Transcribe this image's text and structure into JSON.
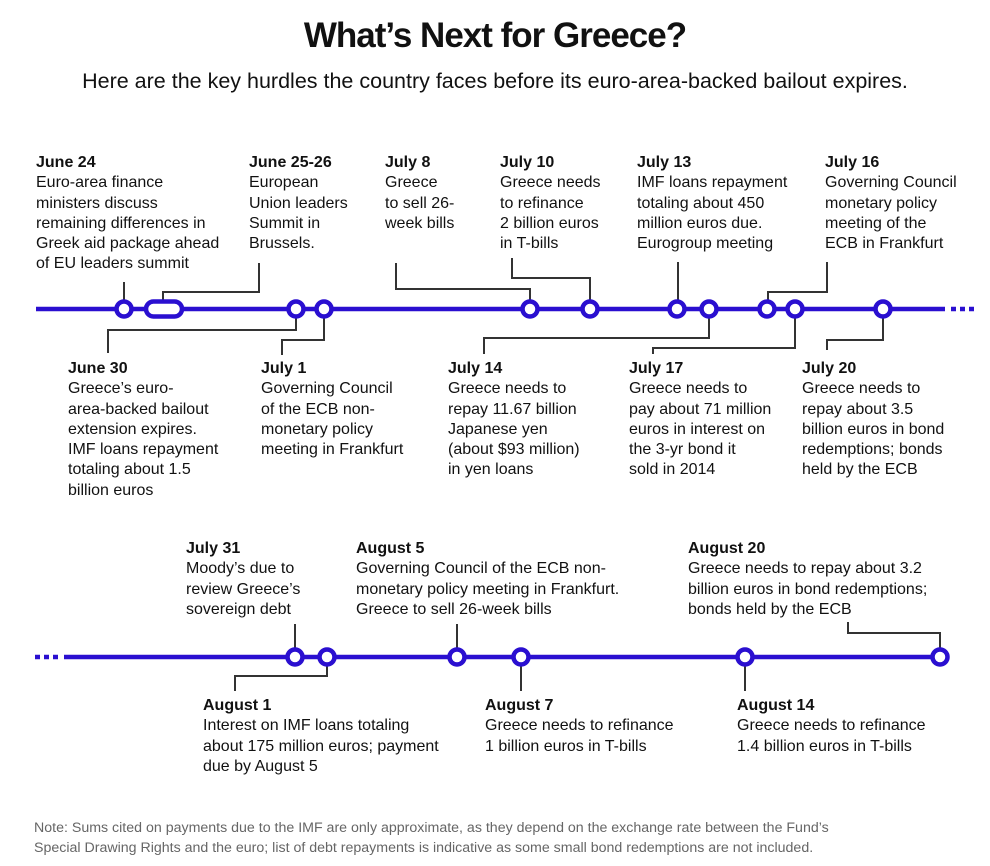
{
  "title": "What’s Next for Greece?",
  "subtitle": "Here are the key hurdles the country faces before its euro-area-backed bailout expires.",
  "colors": {
    "timeline": "#2a0fd0",
    "connector": "#333333",
    "note": "#666666"
  },
  "events": {
    "june24": {
      "date": "June 24",
      "text": "Euro-area finance\nministers discuss\nremaining differences in\nGreek aid package ahead\nof EU leaders summit"
    },
    "june2526": {
      "date": "June 25-26",
      "text": "European\nUnion leaders\nSummit in\nBrussels."
    },
    "july8": {
      "date": "July 8",
      "text": "Greece\nto sell 26-\nweek bills"
    },
    "july10": {
      "date": "July 10",
      "text": "Greece needs\nto refinance\n2 billion euros\nin T-bills"
    },
    "july13": {
      "date": "July 13",
      "text": "IMF loans repayment\ntotaling about 450\nmillion euros due.\nEurogroup meeting"
    },
    "july16": {
      "date": "July 16",
      "text": "Governing Council\nmonetary policy\nmeeting of the\nECB in Frankfurt"
    },
    "june30": {
      "date": "June 30",
      "text": "Greece’s euro-\narea-backed bailout\nextension expires.\nIMF loans repayment\ntotaling about 1.5\nbillion euros"
    },
    "july1": {
      "date": "July 1",
      "text": "Governing Council\nof the ECB non-\nmonetary policy\nmeeting in Frankfurt"
    },
    "july14": {
      "date": "July 14",
      "text": "Greece needs to\nrepay 11.67 billion\nJapanese yen\n(about $93 million)\nin yen loans"
    },
    "july17": {
      "date": "July 17",
      "text": "Greece needs to\npay about 71 million\neuros in interest on\nthe 3-yr bond it\nsold in 2014"
    },
    "july20": {
      "date": "July 20",
      "text": "Greece needs to\nrepay about 3.5\nbillion euros in bond\nredemptions; bonds\nheld by the ECB"
    },
    "july31": {
      "date": "July 31",
      "text": "Moody’s due to\nreview Greece’s\nsovereign debt"
    },
    "aug5": {
      "date": "August 5",
      "text": "Governing Council of the ECB non-\nmonetary policy meeting in Frankfurt.\nGreece to sell 26-week bills"
    },
    "aug20": {
      "date": "August 20",
      "text": "Greece needs to repay about 3.2\nbillion euros in bond redemptions;\nbonds held by the ECB"
    },
    "aug1": {
      "date": "August 1",
      "text": "Interest on IMF loans totaling\nabout 175 million euros; payment\ndue by August 5"
    },
    "aug7": {
      "date": "August 7",
      "text": "Greece needs to refinance\n1 billion euros in T-bills"
    },
    "aug14": {
      "date": "August 14",
      "text": "Greece needs to refinance\n1.4 billion euros in T-bills"
    }
  },
  "note": "Note: Sums cited on payments due to the IMF are only approximate, as they depend on the exchange rate between the Fund’s\nSpecial Drawing Rights and the euro; list of debt repayments is indicative as some small bond redemptions are not included."
}
